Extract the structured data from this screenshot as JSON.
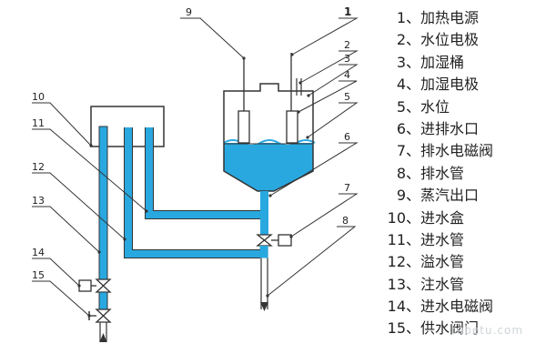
{
  "callouts": [
    "1",
    "2",
    "3",
    "4",
    "5",
    "6",
    "7",
    "8",
    "9",
    "10",
    "11",
    "12",
    "13",
    "14",
    "15"
  ],
  "legend": [
    {
      "num": "1",
      "sep": "、",
      "label": "加热电源"
    },
    {
      "num": "2",
      "sep": "、",
      "label": "水位电极"
    },
    {
      "num": "3",
      "sep": "、",
      "label": "加湿桶"
    },
    {
      "num": "4",
      "sep": "、",
      "label": "加湿电极"
    },
    {
      "num": "5",
      "sep": "、",
      "label": "水位"
    },
    {
      "num": "6",
      "sep": "、",
      "label": "进排水口"
    },
    {
      "num": "7",
      "sep": "、",
      "label": "排水电磁阀"
    },
    {
      "num": "8",
      "sep": "、",
      "label": "排水管"
    },
    {
      "num": "9",
      "sep": "、",
      "label": "蒸汽出口"
    },
    {
      "num": "10",
      "sep": "、",
      "label": "进水盒"
    },
    {
      "num": "11",
      "sep": "、",
      "label": "进水管"
    },
    {
      "num": "12",
      "sep": "、",
      "label": "溢水管"
    },
    {
      "num": "13",
      "sep": "、",
      "label": "注水管"
    },
    {
      "num": "14",
      "sep": "、",
      "label": "进水电磁阀"
    },
    {
      "num": "15",
      "sep": "、",
      "label": "供水阀门"
    }
  ],
  "watermark": "tubetu.com",
  "colors": {
    "water": "#29a8e0",
    "pipe": "#29a8e0",
    "line": "#333333",
    "text": "#222222"
  }
}
